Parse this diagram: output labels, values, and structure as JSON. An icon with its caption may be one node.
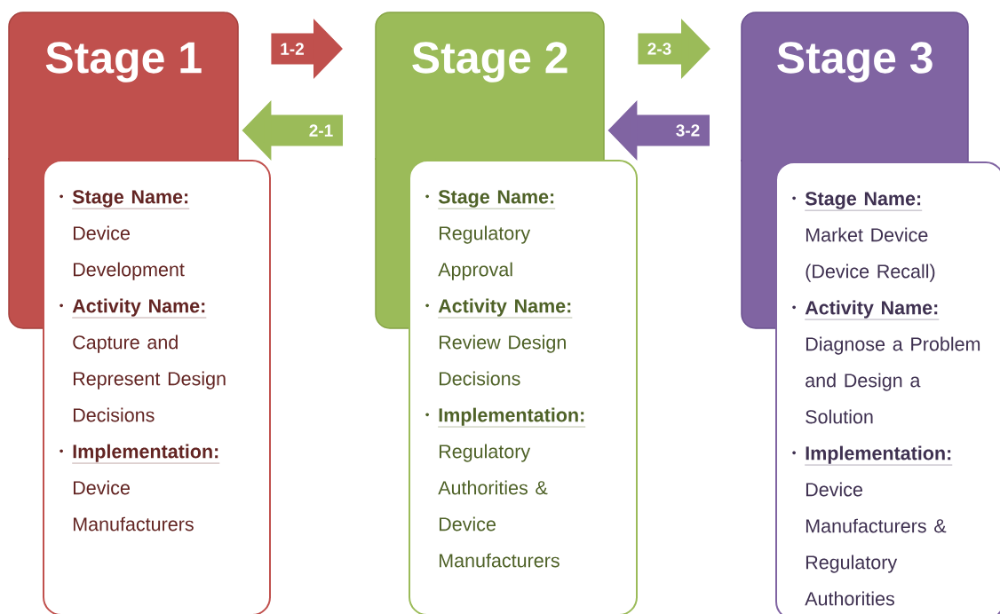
{
  "diagram": {
    "nodes": [
      {
        "text": [
          "Stage 1"
        ]
      },
      {
        "text": [
          "Stage Name:",
          "Device Development",
          "Activity Name:",
          "Capture and Represent Design Decisions",
          "Implementation:",
          "Device Manufacturers"
        ]
      },
      {
        "text": [
          "Stage 2"
        ]
      },
      {
        "text": [
          "Stage Name:",
          "Regulatory Approval",
          "Activity Name:",
          "Review Design Decisions",
          "Implementation:",
          "Regulatory Authorities & Device Manufacturers"
        ]
      },
      {
        "text": [
          "Stage 3"
        ]
      },
      {
        "text": [
          "Stage Name:",
          "Market Device (Device Recall)",
          "Activity Name:",
          "Diagnose a Problem and Design a Solution",
          "Implementation:",
          "Device Manufacturers & Regulatory Authorities"
        ]
      }
    ],
    "edges": [
      {
        "from": 0,
        "to": 2,
        "arrow": "to",
        "label": "1-2",
        "color": "#c0504d"
      },
      {
        "from": 2,
        "to": 0,
        "arrow": "to",
        "label": "2-1",
        "color": "#9bbb59"
      },
      {
        "from": 2,
        "to": 4,
        "arrow": "to",
        "label": "2-3",
        "color": "#9bbb59"
      },
      {
        "from": 4,
        "to": 2,
        "arrow": "to",
        "label": "3-2",
        "color": "#8064a2"
      }
    ]
  }
}
